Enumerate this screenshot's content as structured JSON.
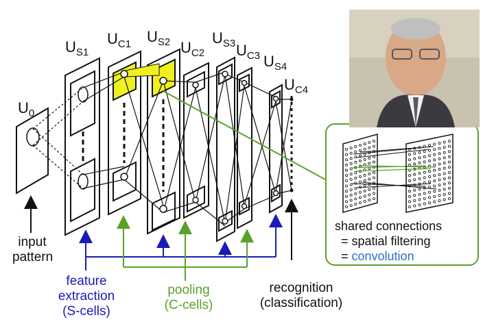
{
  "layers": [
    {
      "id": "U0",
      "main": "U",
      "sub": "0"
    },
    {
      "id": "US1",
      "main": "U",
      "sub": "S1"
    },
    {
      "id": "UC1",
      "main": "U",
      "sub": "C1"
    },
    {
      "id": "US2",
      "main": "U",
      "sub": "S2"
    },
    {
      "id": "UC2",
      "main": "U",
      "sub": "C2"
    },
    {
      "id": "US3",
      "main": "U",
      "sub": "S3"
    },
    {
      "id": "UC3",
      "main": "U",
      "sub": "C3"
    },
    {
      "id": "US4",
      "main": "U",
      "sub": "S4"
    },
    {
      "id": "UC4",
      "main": "U",
      "sub": "C4"
    }
  ],
  "captions": {
    "input": [
      "input",
      "pattern"
    ],
    "feature": [
      "feature",
      "extraction",
      "(S-cells)"
    ],
    "pooling": [
      "pooling",
      "(C-cells)"
    ],
    "recognition": [
      "recognition",
      "(classification)"
    ]
  },
  "filter_box": {
    "line1": "shared connections",
    "line2": "= spatial filtering",
    "line3_prefix": "= ",
    "line3_highlight": "convolution"
  },
  "colors": {
    "feature": "#1a1ab8",
    "pooling": "#5aa12a",
    "highlight": "#f0f020",
    "convolution": "#2a6fc9",
    "line": "#111111"
  }
}
